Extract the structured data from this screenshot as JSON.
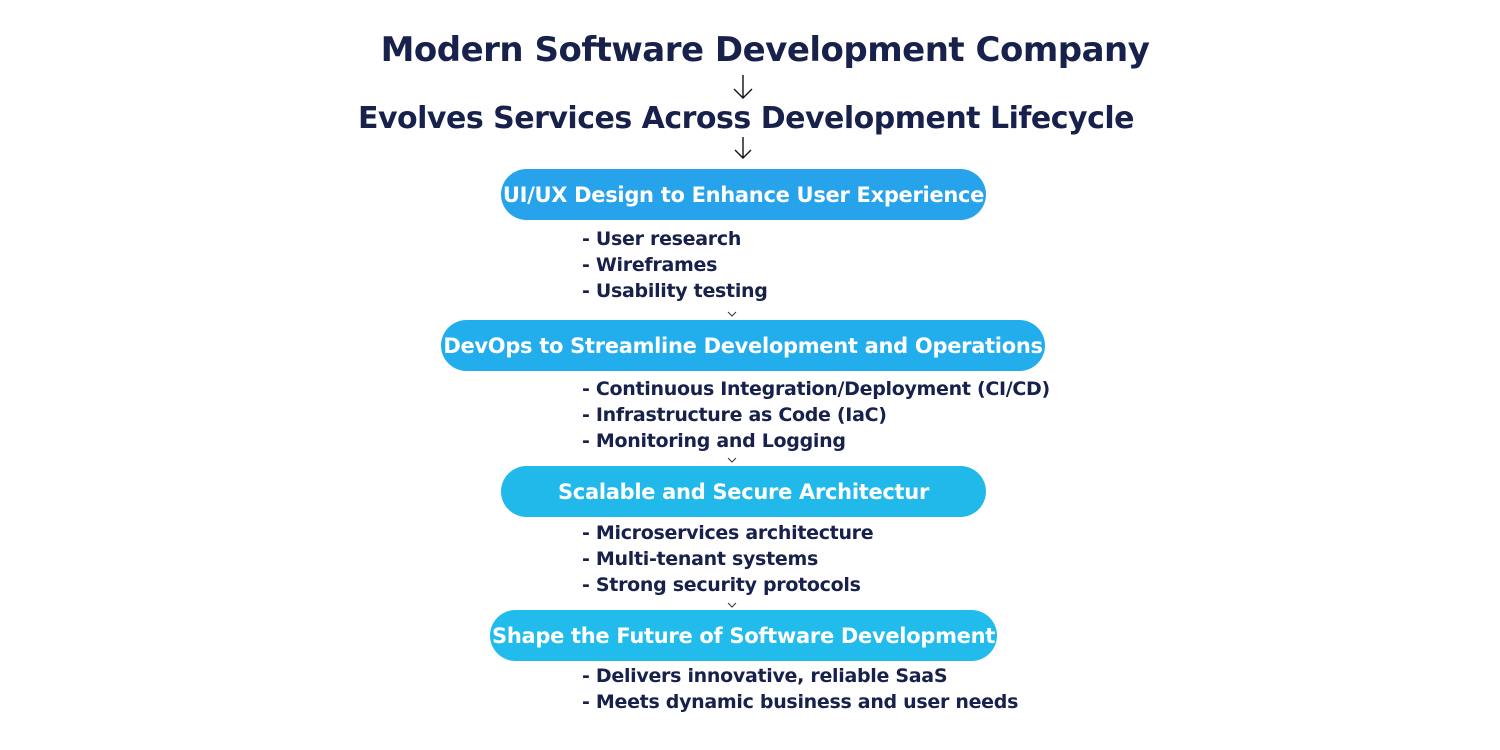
{
  "title": "Modern Software Development Company",
  "subtitle": "Evolves Services Across Development Lifecycle",
  "icons": {
    "main_arrow": "arrow-down-icon",
    "step_connector": "chevron-down-icon"
  },
  "colors": {
    "heading": "#17214b",
    "pill_text": "#ffffff",
    "pill_1": "#27a3ec",
    "pill_2": "#22aeec",
    "pill_3": "#21b9ea",
    "pill_4": "#21bceb",
    "bullet_text": "#17214b"
  },
  "steps": [
    {
      "label": "UI/UX Design to Enhance User Experience",
      "items": [
        "- User research",
        "- Wireframes",
        "- Usability testing"
      ]
    },
    {
      "label": "DevOps to Streamline Development and Operations",
      "items": [
        "- Continuous Integration/Deployment (CI/CD)",
        "- Infrastructure as Code (IaC)",
        "- Monitoring and Logging"
      ]
    },
    {
      "label": "Scalable and Secure Architectur",
      "items": [
        "- Microservices architecture",
        "- Multi-tenant systems",
        "- Strong security protocols"
      ]
    },
    {
      "label": "Shape the Future of Software Development",
      "items": [
        "- Delivers innovative, reliable SaaS",
        "- Meets dynamic business and user needs"
      ]
    }
  ]
}
